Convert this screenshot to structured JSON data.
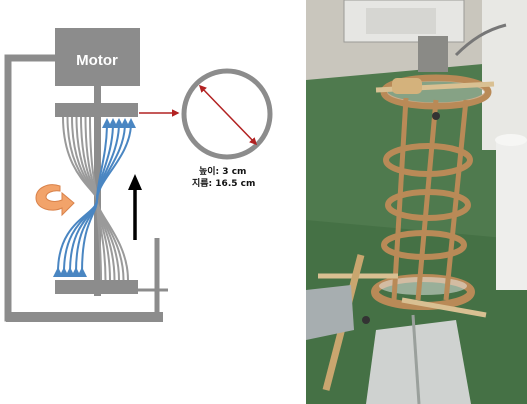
{
  "diagram": {
    "motor_label": "Motor",
    "spec_height": "높이: 3 cm",
    "spec_diameter": "지름: 16.5 cm"
  },
  "colors": {
    "frame_gray": "#8c8c8c",
    "strand_gray": "#9a9a9a",
    "strand_blue": "#4a86c2",
    "indicator_red": "#b22222",
    "rotation_arrow_orange": "#f2a36a",
    "photo_floor_green": "#4f7a4e",
    "cage_tan": "#b98a57"
  },
  "icons": {
    "rotation": "curved-rotation-arrow-icon",
    "lift": "up-arrow-icon"
  }
}
